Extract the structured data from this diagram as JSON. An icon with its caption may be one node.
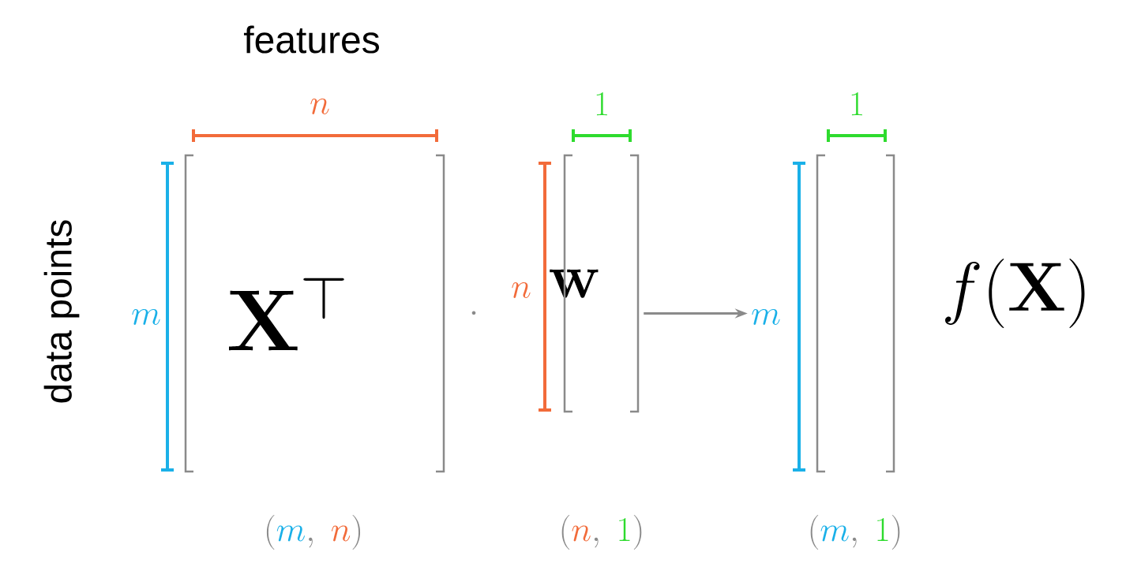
{
  "diagram": {
    "nodes": [
      {
        "text": [
          "\\mathbf{X}^{\\top}"
        ]
      },
      {
        "text": [
          "\\mathbf{w}"
        ]
      },
      {
        "text": [],
        "shape": "box"
      }
    ],
    "edges": [
      {
        "from": 1,
        "to": 2,
        "arrow": "to"
      }
    ],
    "labels": [
      "features",
      "data points",
      "n",
      "m",
      "1",
      "n",
      "1",
      "m",
      "\\cdot",
      "f(\\mathbf{X})",
      "(\\textcolor{mblue}{m},\\ \\textcolor{morange}{n})",
      "(\\textcolor{morange}{n},\\ \\textcolor{mgreen}{1})",
      "(\\textcolor{mblue}{m},\\ \\textcolor{mgreen}{1})"
    ]
  }
}
